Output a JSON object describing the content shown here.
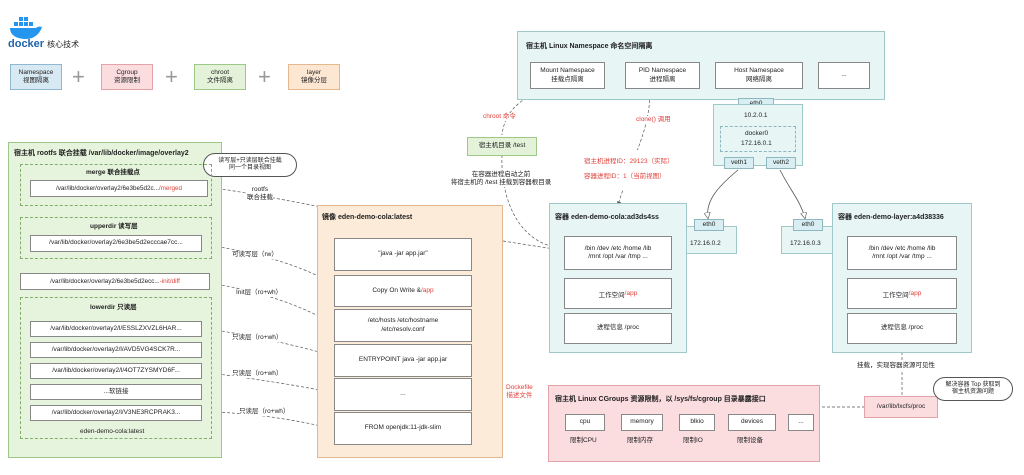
{
  "header": {
    "logo_word": "docker",
    "title": "核心技术"
  },
  "tech_pills": [
    {
      "name": "Namespace",
      "desc": "视图隔离"
    },
    {
      "name": "Cgroup",
      "desc": "资源限制"
    },
    {
      "name": "chroot",
      "desc": "文件隔离"
    },
    {
      "name": "layer",
      "desc": "镜像分层"
    }
  ],
  "colors": {
    "namespace": "#d7e9f3",
    "cgroup": "#fbdde0",
    "chroot": "#e3f2d9",
    "layer": "#fde7d3",
    "container": "#e7f5f5",
    "rootfs": "#e7f4dd",
    "image": "#fcebd8"
  },
  "namespace_panel": {
    "title": "宿主机 Linux Namespace 命名空间隔离",
    "items": [
      {
        "name": "Mount Namespace",
        "desc": "挂载点隔离"
      },
      {
        "name": "PID Namespace",
        "desc": "进程隔离"
      },
      {
        "name": "Host Namespace",
        "desc": "网络隔离"
      },
      {
        "name": "..."
      }
    ]
  },
  "network": {
    "host_eth0": "eth0",
    "host_ip": "10.2.0.1",
    "bridge": "docker0",
    "bridge_ip": "172.16.0.1",
    "veth1": "veth1",
    "veth2": "veth2"
  },
  "chroot_label": "chroot 命令",
  "clone_label": "clone() 调用",
  "host_dir": "宿主机目录 /test",
  "host_dir_note": "在容器进程启动之前\n将宿主机的 /test 挂载到容器根目录",
  "pid_note": {
    "line1": "宿主机进程ID：29123（实际）",
    "line2": "容器进程ID：1（当前视图）"
  },
  "rootfs": {
    "title": "宿主机 rootfs 联合挂载 /var/lib/docker/image/overlay2",
    "callout": "读写层+只读层联合挂载\n同一个目录视图",
    "merge_title": "merge 联合挂载点",
    "merge_path": "/var/lib/docker/overlay2/6e3be5d2c...",
    "merge_suffix": "/merged",
    "rootfs_label": "rootfs\n联合挂载",
    "upper_title": "upperdir 读写层",
    "upper_path": "/var/lib/docker/overlay2/6e3be5d2ecccae7cc...",
    "init_path": "/var/lib/docker/overlay2/6e3be5d2ecc...",
    "init_suffix": "-init/diff",
    "lower_title": "lowerdir 只读层",
    "lower_paths": [
      "/var/lib/docker/overlay2/l/ESSLZXVZL6HAR...",
      "/var/lib/docker/overlay2/l/AVD5VG4SCK7R...",
      "/var/lib/docker/overlay2/l/4OT7ZYSMYD6F...",
      "...软链接",
      "/var/lib/docker/overlay2/l/V3NE3RCPRAK3..."
    ],
    "lower_footer": "eden-demo-cola:latest"
  },
  "layer_labels": [
    "可读写层（rw）",
    "Init层（ro+wh）",
    "只读层（ro+wh）",
    "只读层（ro+wh）",
    "只读层（ro+wh）"
  ],
  "image": {
    "title": "镜像 eden-demo-cola:latest",
    "layers": [
      "\"java -jar app.jar\"",
      "Copy On Write & ",
      "/etc/hosts /etc/hostname\n/etc/resolv.conf",
      "ENTRYPOINT java -jar app.jar",
      "...",
      "FROM openjdk:11-jdk-slim"
    ],
    "cow_suffix": "/app",
    "dockerfile": "Dockefile\n描述文件"
  },
  "container1": {
    "title": "容器 eden-demo-cola:ad3ds4ss",
    "fs": "/bin /dev /etc /home /lib\n/mnt /opt /var /tmp ...",
    "workspace": "工作空间 ",
    "workspace_path": "/app",
    "proc": "进程信息 /proc",
    "eth": "eth0",
    "ip": "172.16.0.2"
  },
  "container2": {
    "title": "容器 eden-demo-layer:a4d38336",
    "fs": "/bin /dev /etc /home /lib\n/mnt /opt /var /tmp ...",
    "workspace": "工作空间 ",
    "workspace_path": "/app",
    "proc": "进程信息 /proc",
    "eth": "eth0",
    "ip": "172.16.0.3"
  },
  "cgroups": {
    "title": "宿主机 Linux CGroups 资源限制，以 /sys/fs/cgroup 目录暴露接口",
    "items": [
      {
        "name": "cpu",
        "desc": "限制CPU"
      },
      {
        "name": "memory",
        "desc": "限制内存"
      },
      {
        "name": "blkio",
        "desc": "限制IO"
      },
      {
        "name": "devices",
        "desc": "限制设备"
      },
      {
        "name": "...",
        "desc": ""
      }
    ]
  },
  "lxcfs": {
    "path": "/var/lib/lxcfs/proc",
    "mount_note": "挂载，实现容器资源可见性",
    "callout": "解决容器 Top 获取到\n宿主机资源问题"
  }
}
